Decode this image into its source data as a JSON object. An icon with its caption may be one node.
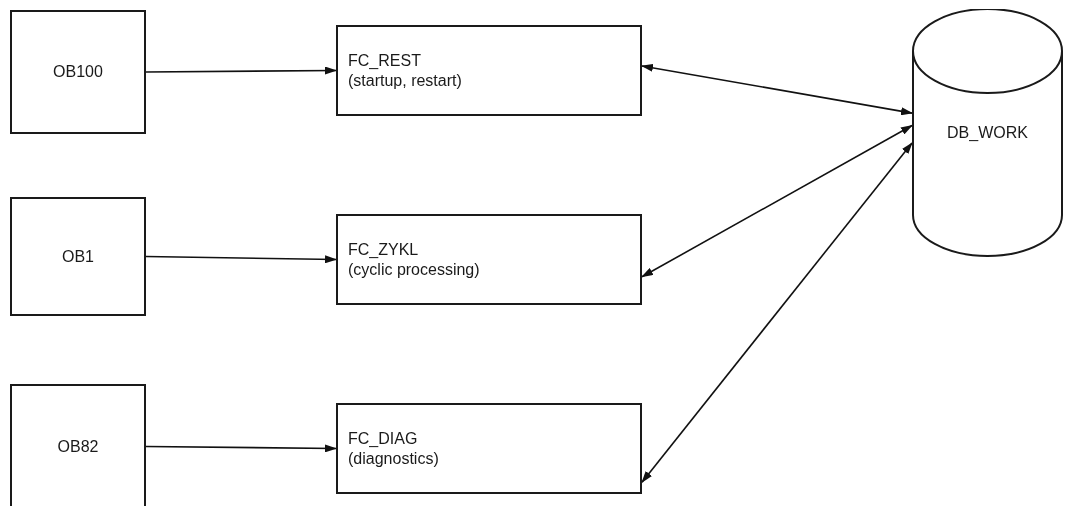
{
  "diagram": {
    "nodes": [
      {
        "text": [
          "OB100"
        ]
      },
      {
        "text": [
          "FC_REST",
          "(startup, restart)"
        ]
      },
      {
        "text": [
          "DB_WORK"
        ]
      },
      {
        "text": [
          "OB1"
        ]
      },
      {
        "text": [
          "FC_ZYKL",
          "(cyclic processing)"
        ]
      },
      {
        "text": [
          "OB82"
        ]
      },
      {
        "text": [
          "FC_DIAG",
          "(diagnostics)"
        ]
      }
    ],
    "edges": [
      {
        "from": 0,
        "to": 1,
        "arrow": "to"
      },
      {
        "from": 3,
        "to": 4,
        "arrow": "to"
      },
      {
        "from": 5,
        "to": 6,
        "arrow": "to"
      },
      {
        "from": 1,
        "to": 2,
        "arrow": "both"
      },
      {
        "from": 4,
        "to": 2,
        "arrow": "both"
      },
      {
        "from": 6,
        "to": 2,
        "arrow": "both"
      }
    ]
  }
}
